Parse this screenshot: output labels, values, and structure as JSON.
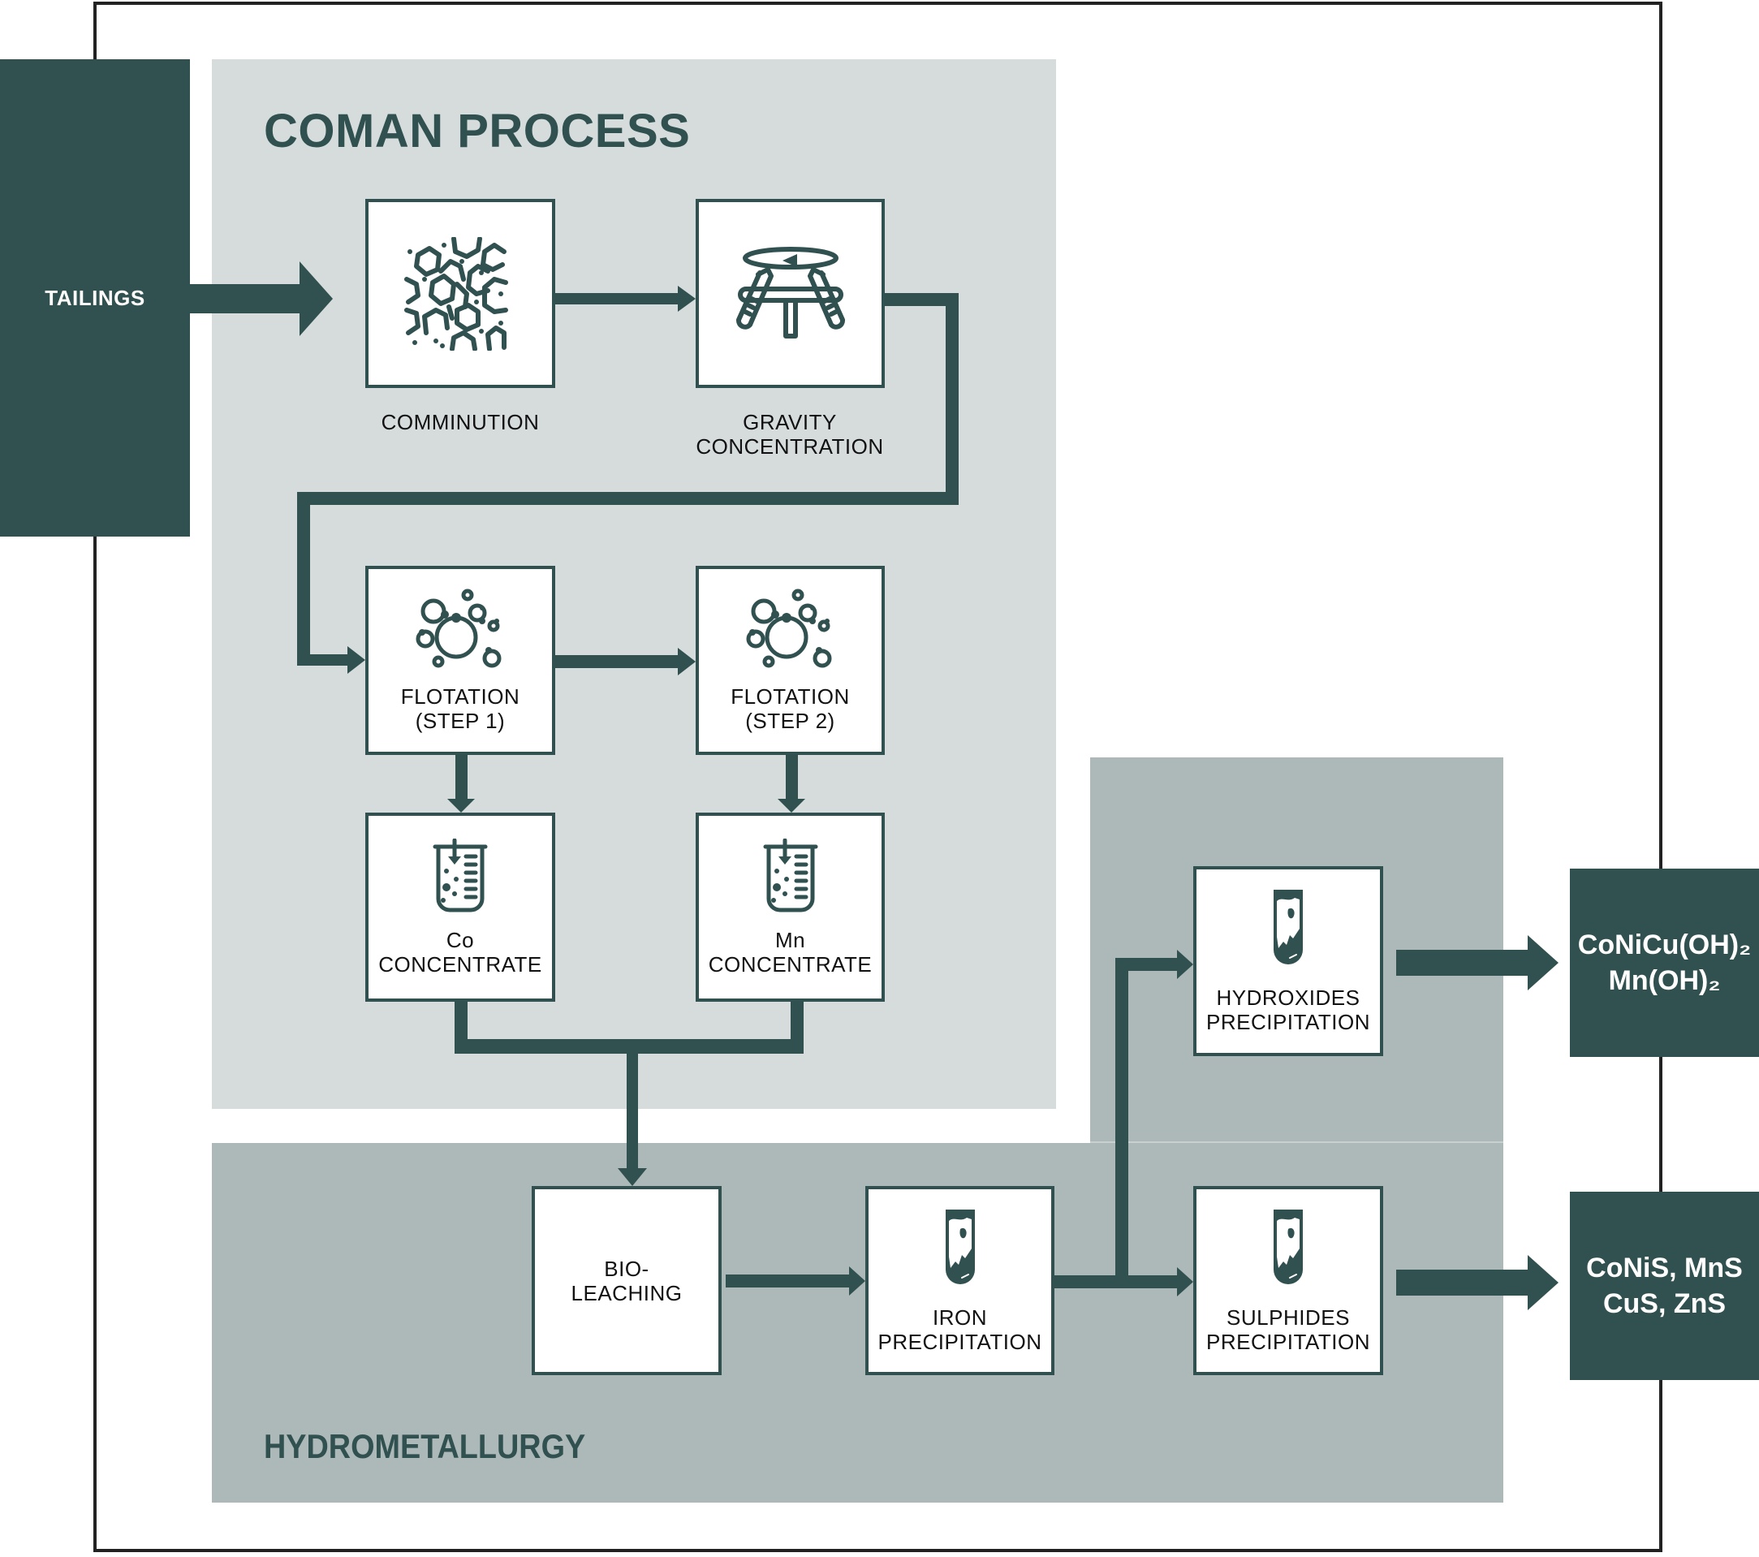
{
  "diagram": {
    "colors": {
      "dark": "#315050",
      "coman_panel": "#d6dcdc",
      "hydro_panel": "#adb9b8",
      "frame": "#222222",
      "box_fill": "#ffffff"
    },
    "input": {
      "label": "TAILINGS"
    },
    "sections": {
      "coman": {
        "title": "COMAN PROCESS"
      },
      "hydrometallurgy": {
        "title": "HYDROMETALLURGY"
      }
    },
    "steps": {
      "comminution": {
        "label": "COMMINUTION",
        "icon": "crushed-rocks-icon"
      },
      "gravity": {
        "label_line1": "GRAVITY",
        "label_line2": "CONCENTRATION",
        "icon": "centrifuge-icon"
      },
      "flotation1": {
        "label_line1": "FLOTATION",
        "label_line2": "(STEP 1)",
        "icon": "bubbles-icon"
      },
      "flotation2": {
        "label_line1": "FLOTATION",
        "label_line2": "(STEP 2)",
        "icon": "bubbles-icon"
      },
      "co_concentrate": {
        "label_line1": "Co",
        "label_line2": "CONCENTRATE",
        "icon": "beaker-icon"
      },
      "mn_concentrate": {
        "label_line1": "Mn",
        "label_line2": "CONCENTRATE",
        "icon": "beaker-icon"
      },
      "bioleaching": {
        "label_line1": "BIO-",
        "label_line2": "LEACHING"
      },
      "iron_precipitation": {
        "label_line1": "IRON",
        "label_line2": "PRECIPITATION",
        "icon": "test-tube-icon"
      },
      "hydroxides_precipitation": {
        "label_line1": "HYDROXIDES",
        "label_line2": "PRECIPITATION",
        "icon": "test-tube-icon"
      },
      "sulphides_precipitation": {
        "label_line1": "SULPHIDES",
        "label_line2": "PRECIPITATION",
        "icon": "test-tube-icon"
      }
    },
    "outputs": {
      "hydroxides": {
        "line1": "CoNiCu(OH)₂",
        "line2": "Mn(OH)₂"
      },
      "sulphides": {
        "line1": "CoNiS, MnS",
        "line2": "CuS, ZnS"
      }
    },
    "flows": [
      [
        "input",
        "comminution"
      ],
      [
        "comminution",
        "gravity"
      ],
      [
        "gravity",
        "flotation1"
      ],
      [
        "flotation1",
        "flotation2"
      ],
      [
        "flotation1",
        "co_concentrate"
      ],
      [
        "flotation2",
        "mn_concentrate"
      ],
      [
        "co_concentrate",
        "bioleaching"
      ],
      [
        "mn_concentrate",
        "bioleaching"
      ],
      [
        "bioleaching",
        "iron_precipitation"
      ],
      [
        "iron_precipitation",
        "hydroxides_precipitation"
      ],
      [
        "iron_precipitation",
        "sulphides_precipitation"
      ],
      [
        "hydroxides_precipitation",
        "output_hydroxides"
      ],
      [
        "sulphides_precipitation",
        "output_sulphides"
      ]
    ]
  }
}
